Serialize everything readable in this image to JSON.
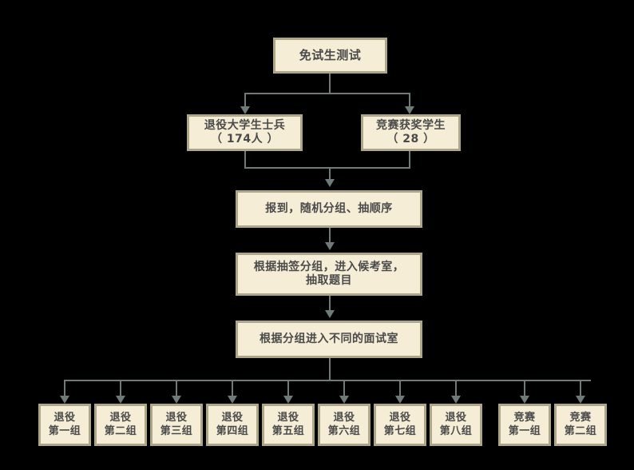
{
  "diagram": {
    "title_node": {
      "label": "免试生测试"
    },
    "source_nodes": [
      {
        "name": "veteran-students",
        "label": "退役大学生士兵\n（ 174人 ）"
      },
      {
        "name": "competition-award-students",
        "label": "竞赛获奖学生\n（ 28 ）"
      }
    ],
    "process_nodes": [
      {
        "name": "registration-grouping",
        "label": "报到，随机分组、抽顺序"
      },
      {
        "name": "waiting-room-draw-topic",
        "label": "根据抽签分组，进入候考室，\n抽取题目"
      },
      {
        "name": "enter-interview-room",
        "label": "根据分组进入不同的面试室"
      }
    ],
    "group_nodes": [
      {
        "name": "veteran-group-1",
        "label": "退役\n第一组"
      },
      {
        "name": "veteran-group-2",
        "label": "退役\n第二组"
      },
      {
        "name": "veteran-group-3",
        "label": "退役\n第三组"
      },
      {
        "name": "veteran-group-4",
        "label": "退役\n第四组"
      },
      {
        "name": "veteran-group-5",
        "label": "退役\n第五组"
      },
      {
        "name": "veteran-group-6",
        "label": "退役\n第六组"
      },
      {
        "name": "veteran-group-7",
        "label": "退役\n第七组"
      },
      {
        "name": "veteran-group-8",
        "label": "退役\n第八组"
      },
      {
        "name": "competition-group-1",
        "label": "竞赛\n第一组"
      },
      {
        "name": "competition-group-2",
        "label": "竞赛\n第二组"
      }
    ],
    "colors": {
      "background": "#000000",
      "node_fill": "#f5edd6",
      "node_border": "#aea689",
      "node_text": "#4a4a4a",
      "connector": "#6e7b79"
    }
  }
}
